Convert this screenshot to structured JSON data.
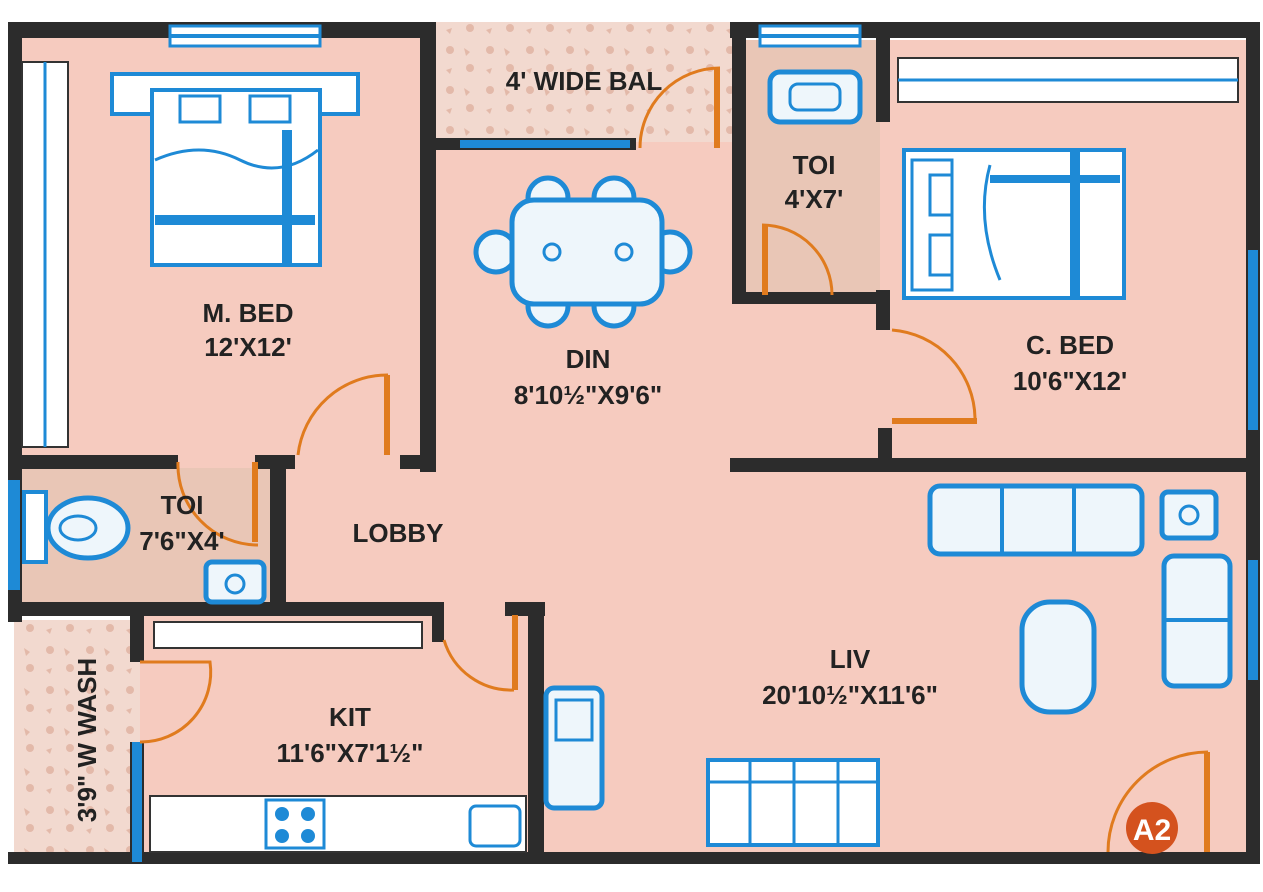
{
  "colors": {
    "room_floor": "#f6cbbf",
    "wet_floor": "#e9c6b6",
    "wall": "#2c2c2c",
    "door": "#e07b1e",
    "furniture": "#1e8ad6",
    "badge": "#d4521e"
  },
  "rooms": {
    "master_bed": {
      "name": "M. BED",
      "size": "12'X12'"
    },
    "balcony": {
      "name": "4' WIDE BAL"
    },
    "toilet_small": {
      "name": "TOI",
      "size": "4'X7'"
    },
    "child_bed": {
      "name": "C. BED",
      "size": "10'6\"X12'"
    },
    "dining": {
      "name": "DIN",
      "size": "8'10½\"X9'6\""
    },
    "toilet_left": {
      "name": "TOI",
      "size": "7'6\"X4'"
    },
    "lobby": {
      "name": "LOBBY"
    },
    "living": {
      "name": "LIV",
      "size": "20'10½\"X11'6\""
    },
    "kitchen": {
      "name": "KIT",
      "size": "11'6\"X7'1½\""
    },
    "wash": {
      "name": "3'9\" W WASH"
    }
  },
  "badge": {
    "text": "A2"
  }
}
